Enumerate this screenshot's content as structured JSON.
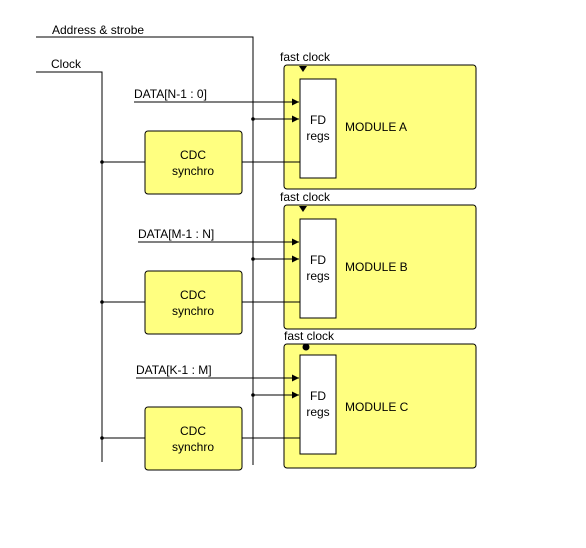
{
  "signals": {
    "address_strobe": "Address & strobe",
    "clock": "Clock"
  },
  "modules": [
    {
      "name": "MODULE A",
      "fast_clock": "fast clock",
      "data": "DATA[N-1 : 0]",
      "regs_top": "FD",
      "regs_bottom": "regs",
      "cdc_top": "CDC",
      "cdc_bottom": "synchro"
    },
    {
      "name": "MODULE B",
      "fast_clock": "fast clock",
      "data": "DATA[M-1 : N]",
      "regs_top": "FD",
      "regs_bottom": "regs",
      "cdc_top": "CDC",
      "cdc_bottom": "synchro"
    },
    {
      "name": "MODULE C",
      "fast_clock": "fast clock",
      "data": "DATA[K-1 : M]",
      "regs_top": "FD",
      "regs_bottom": "regs",
      "cdc_top": "CDC",
      "cdc_bottom": "synchro"
    }
  ],
  "colors": {
    "module_fill": "#ffff80",
    "line": "#000000"
  }
}
